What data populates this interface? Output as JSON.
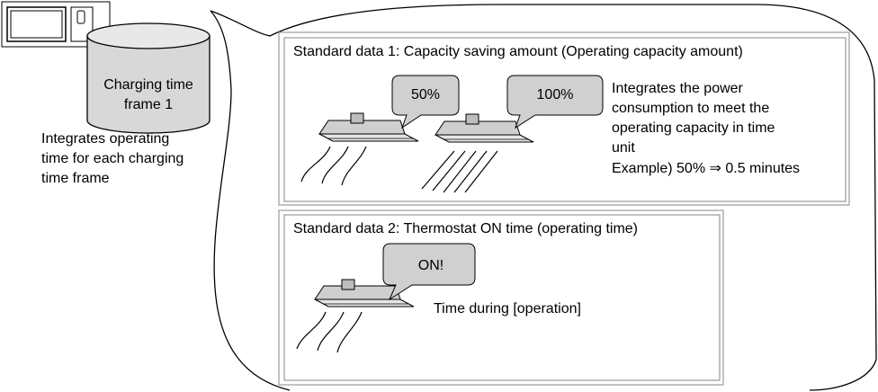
{
  "cylinder": {
    "line1": "Charging time",
    "line2": "frame 1"
  },
  "left_note": {
    "line1": "Integrates operating",
    "line2": "time for each charging",
    "line3": "time frame"
  },
  "box1": {
    "title": "Standard data 1: Capacity saving amount (Operating capacity amount)",
    "bubble_a": "50%",
    "bubble_b": "100%",
    "desc": [
      "Integrates the power",
      "consumption to meet the",
      "operating capacity in time",
      "unit",
      "Example) 50% ⇒ 0.5 minutes"
    ]
  },
  "box2": {
    "title": "Standard data 2: Thermostat ON time (operating time)",
    "bubble": "ON!",
    "desc": "Time during [operation]"
  },
  "colors": {
    "bubble_fill": "#d0d0d0",
    "cylinder_fill": "#d8d8d8",
    "unit_fill": "#e4e4e4",
    "box_border": "#9a9a9a"
  }
}
